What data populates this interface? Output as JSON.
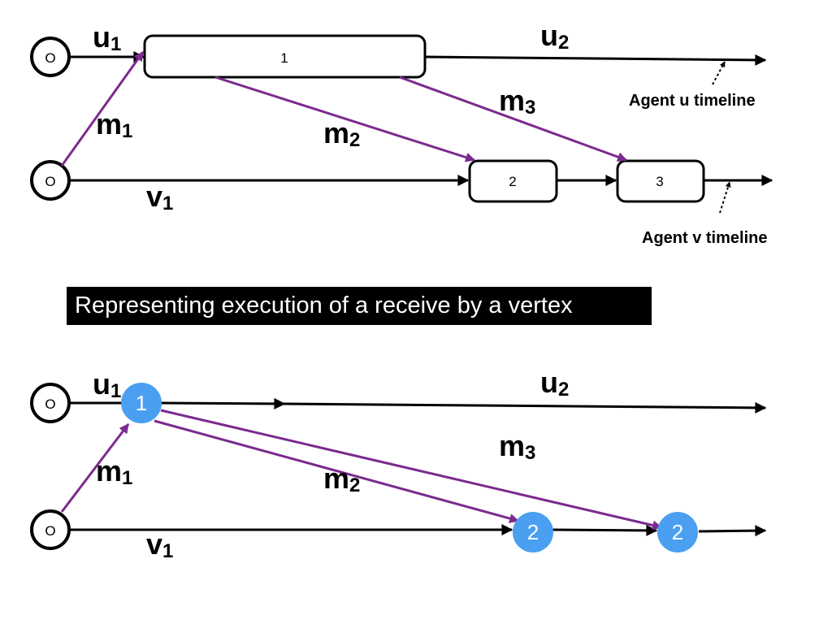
{
  "top": {
    "origin_u": "O",
    "origin_v": "O",
    "u1": "u",
    "u1_sub": "1",
    "u2": "u",
    "u2_sub": "2",
    "v1": "v",
    "v1_sub": "1",
    "m1": "m",
    "m1_sub": "1",
    "m2": "m",
    "m2_sub": "2",
    "m3": "m",
    "m3_sub": "3",
    "event1": "1",
    "event2": "2",
    "event3": "3",
    "agent_u_note": "Agent u timeline",
    "agent_v_note": "Agent v timeline"
  },
  "caption": "Representing execution of a receive by a vertex",
  "bottom": {
    "origin_u": "O",
    "origin_v": "O",
    "u1": "u",
    "u1_sub": "1",
    "u2": "u",
    "u2_sub": "2",
    "v1": "v",
    "v1_sub": "1",
    "m1": "m",
    "m1_sub": "1",
    "m2": "m",
    "m2_sub": "2",
    "m3": "m",
    "m3_sub": "3",
    "vertex1": "1",
    "vertex2": "2",
    "vertex3": "2"
  },
  "colors": {
    "message": "#7b2a8e",
    "vertex": "#4a9ff0",
    "line": "#000000"
  }
}
